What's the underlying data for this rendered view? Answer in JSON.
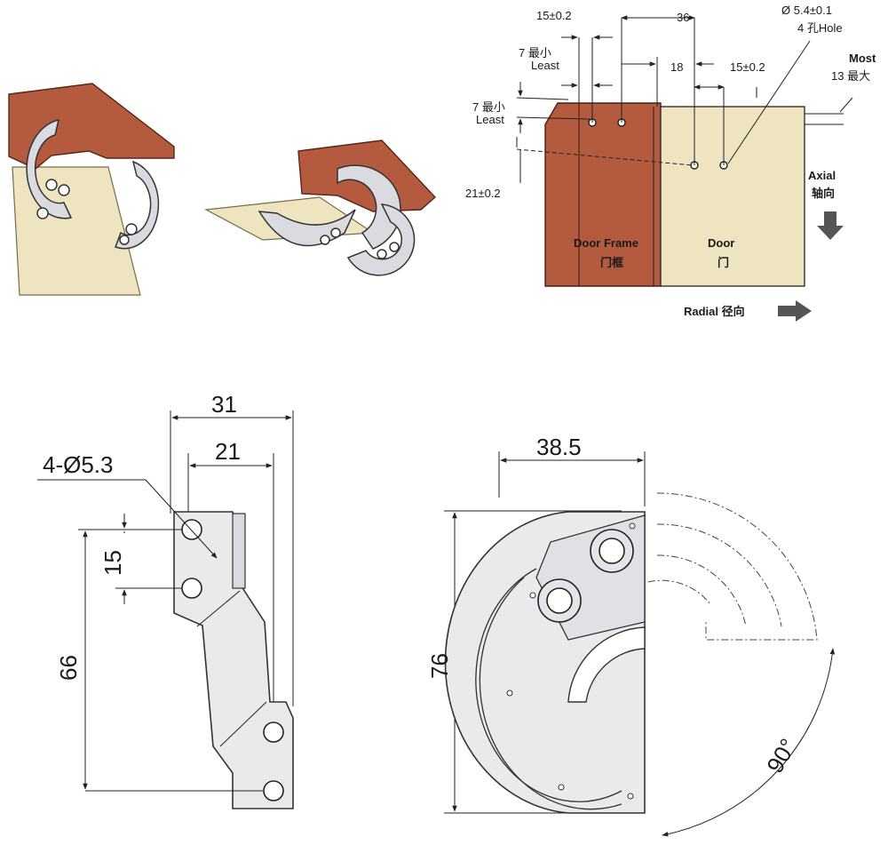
{
  "colors": {
    "frame_brown": "#b45a3f",
    "door_beige": "#efe4c0",
    "metal": "#d9dbe0"
  },
  "top_right": {
    "dim_15_top": "15±0.2",
    "dim_36": "36",
    "hole_spec_1": "Ø 5.4±0.1",
    "hole_spec_2": "4 孔Hole",
    "least_a_1": "7 最小",
    "least_a_2": "Least",
    "dim_18": "18",
    "dim_15_right": "15±0.2",
    "most_1": "Most",
    "most_2": "13 最大",
    "least_b_1": "7 最小",
    "least_b_2": "Least",
    "dim_21": "21±0.2",
    "axial_1": "Axial",
    "axial_2": "轴向",
    "door_frame_en": "Door Frame",
    "door_frame_cn": "门框",
    "door_en": "Door",
    "door_cn": "门",
    "radial": "Radial 径向"
  },
  "left_drawing": {
    "dim_31": "31",
    "dim_21": "21",
    "holes": "4-Ø5.3",
    "dim_15": "15",
    "dim_66": "66"
  },
  "right_drawing": {
    "dim_38_5": "38.5",
    "dim_76": "76",
    "angle": "90°"
  }
}
